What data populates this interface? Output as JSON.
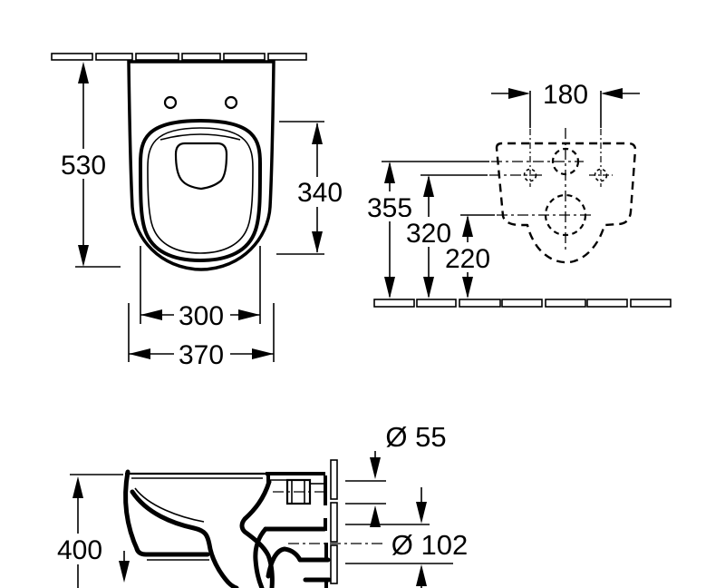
{
  "title": "Wall-hung WC technical dimension drawing",
  "ink_color": "#000000",
  "background_color": "#ffffff",
  "views": {
    "plan": {
      "description": "top view of wall-hung toilet against wall",
      "dimensions": {
        "depth_total": "530",
        "seat_length": "340",
        "seat_width": "300",
        "bowl_width": "370"
      }
    },
    "rear": {
      "description": "rear wall-mounting view with fixing holes, inlet and outlet",
      "dimensions": {
        "fixing_hole_spacing": "180",
        "inlet_center_height": "355",
        "fixing_hole_height": "320",
        "outlet_center_height": "220"
      }
    },
    "side": {
      "description": "side section view with wall, inlet and outlet connections",
      "dimensions": {
        "rim_height": "400",
        "inlet_diameter": "Ø 55",
        "outlet_diameter": "Ø 102"
      }
    }
  }
}
